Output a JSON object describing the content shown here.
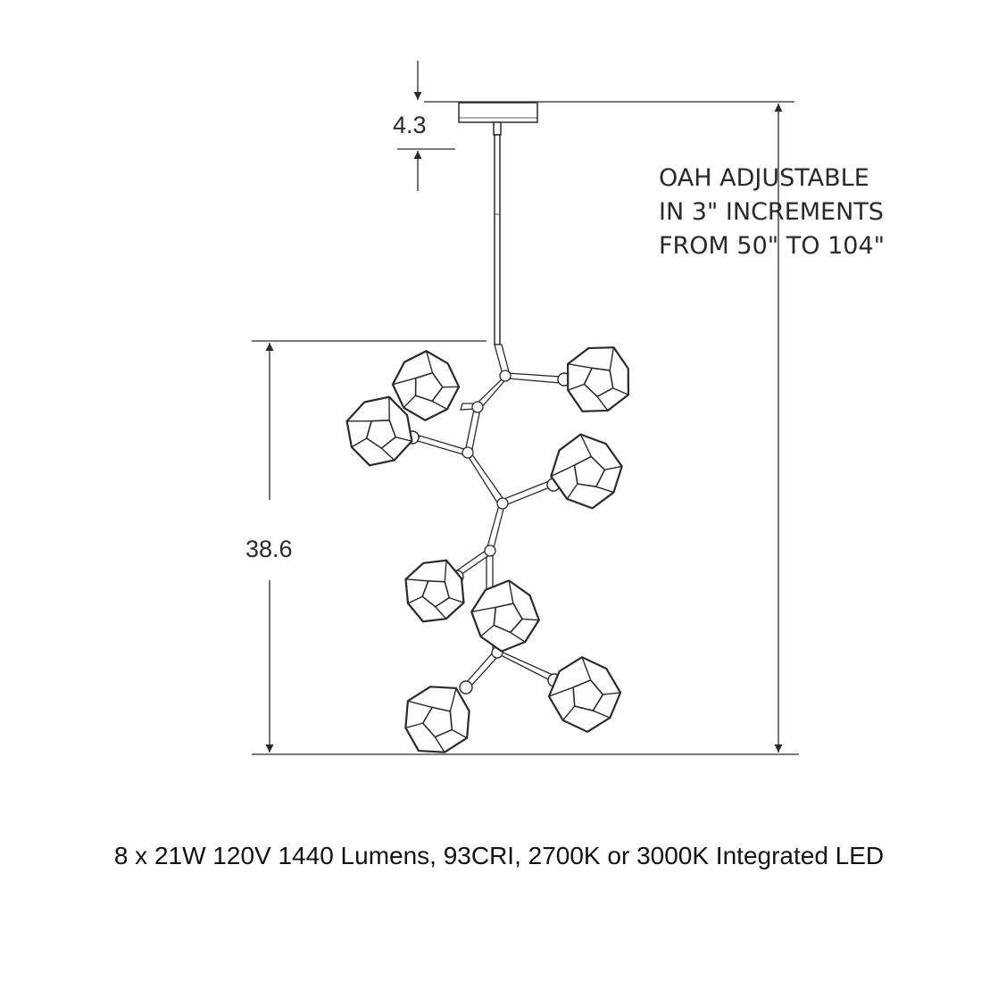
{
  "dimensions": {
    "canopy_height": "4.3",
    "fixture_height": "38.6"
  },
  "oah_note": {
    "line1": "OAH ADJUSTABLE",
    "line2": "IN 3\" INCREMENTS",
    "line3": "FROM 50\" TO 104\""
  },
  "spec": "8 x 21W 120V 1440 Lumens, 93CRI, 2700K or 3000K Integrated LED",
  "colors": {
    "line": "#2a2a2a",
    "text": "#111111",
    "background": "#ffffff"
  },
  "shade_count": 8
}
